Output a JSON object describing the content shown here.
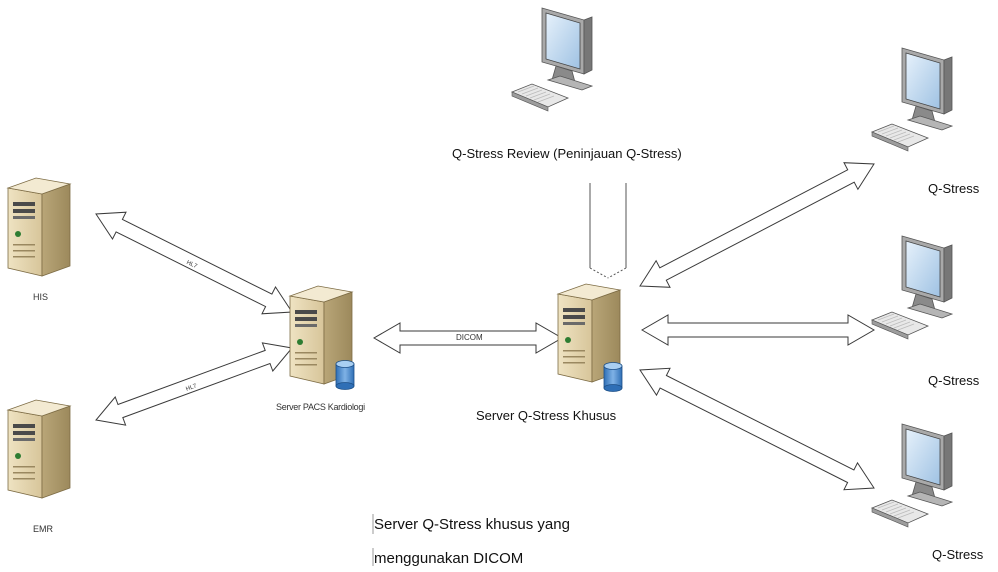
{
  "nodes": {
    "his": "HIS",
    "emr": "EMR",
    "pacs": "Server PACS Kardiologi",
    "qstress_server": "Server Q-Stress Khusus",
    "review": "Q-Stress Review (Peninjauan Q-Stress)",
    "qstress_1": "Q-Stress",
    "qstress_2": "Q-Stress",
    "qstress_3": "Q-Stress"
  },
  "connections": {
    "his_pacs": "HL7",
    "emr_pacs": "HL7",
    "pacs_qstress": "DICOM"
  },
  "caption": {
    "line1": "Server Q-Stress khusus yang",
    "line2": "menggunakan DICOM"
  }
}
